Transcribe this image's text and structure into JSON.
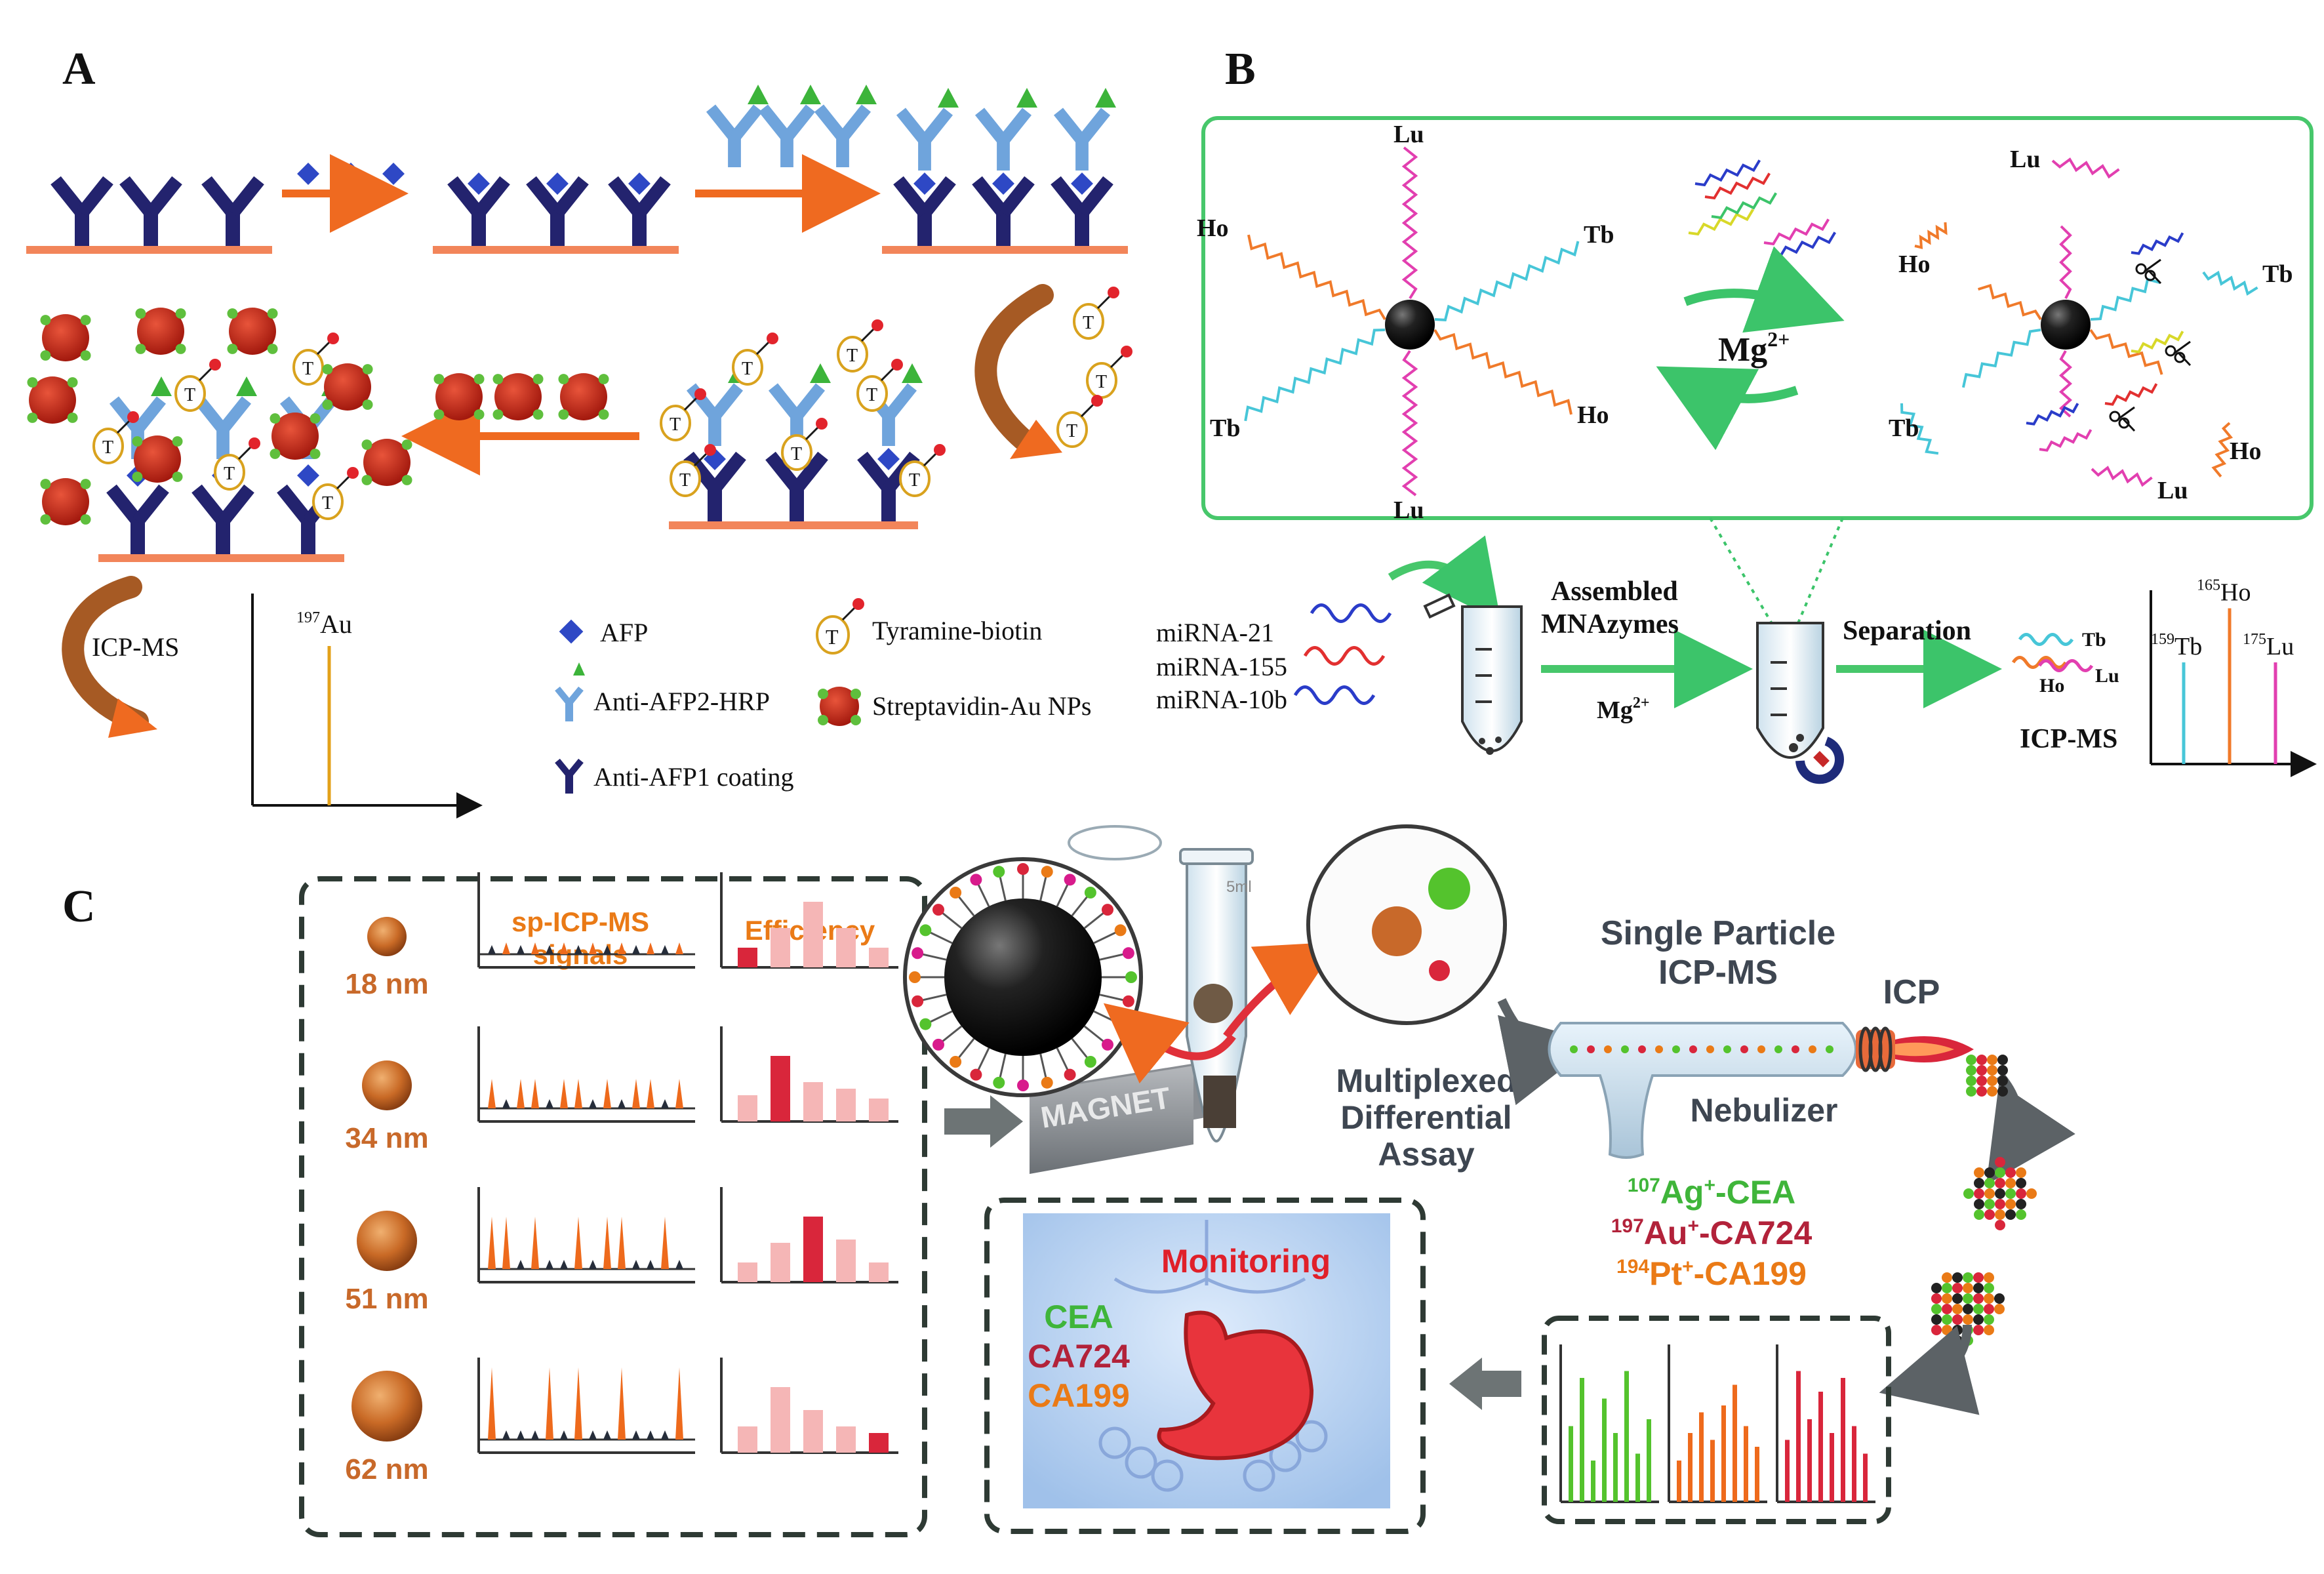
{
  "panels": {
    "A": {
      "label": "A",
      "icp_ms": "ICP-MS",
      "peak_sup": "197",
      "peak_el": "Au",
      "legend": {
        "afp": "AFP",
        "anti_afp2": "Anti-AFP2-HRP",
        "anti_afp1": "Anti-AFP1 coating",
        "tyramine": "Tyramine-biotin",
        "streptavidin": "Streptavidin-Au NPs"
      },
      "t_letter": "T"
    },
    "B": {
      "label": "B",
      "lanthanides": {
        "lu": "Lu",
        "ho": "Ho",
        "tb": "Tb"
      },
      "mg_ion": "Mg",
      "mg_charge": "2+",
      "mirnas": [
        "miRNA-21",
        "miRNA-155",
        "miRNA-10b"
      ],
      "assembled": [
        "Assembled",
        "MNAzymes"
      ],
      "separation": "Separation",
      "icp_ms": "ICP-MS",
      "peaks": [
        {
          "sup": "159",
          "el": "Tb",
          "color": "#47c6d8",
          "height": 0.62
        },
        {
          "sup": "165",
          "el": "Ho",
          "color": "#f07a2a",
          "height": 0.95
        },
        {
          "sup": "175",
          "el": "Lu",
          "color": "#e23fb0",
          "height": 0.62
        }
      ]
    },
    "C": {
      "label": "C",
      "col_signals": [
        "sp-ICP-MS",
        "signals"
      ],
      "col_efficiency": "Efficiency",
      "sizes": [
        "18 nm",
        "34 nm",
        "51 nm",
        "62 nm"
      ],
      "efficiency_highlight": [
        0,
        1,
        2,
        4
      ],
      "magnet": "MAGNET",
      "tube_label": "5ml",
      "assay": [
        "Multiplexed",
        "Differential",
        "Assay"
      ],
      "single_particle": [
        "Single Particle",
        "ICP-MS"
      ],
      "nebulizer": "Nebulizer",
      "icp": "ICP",
      "isotopes": [
        {
          "sup": "107",
          "text": "Ag",
          "charge": "+",
          "tail": "-CEA",
          "color": "#3fb53a"
        },
        {
          "sup": "197",
          "text": "Au",
          "charge": "+",
          "tail": "-CA724",
          "color": "#b2223a"
        },
        {
          "sup": "194",
          "text": "Pt",
          "charge": "+",
          "tail": "-CA199",
          "color": "#ea7a16"
        }
      ],
      "monitoring": "Monitoring",
      "markers": [
        {
          "text": "CEA",
          "color": "#3fb53a"
        },
        {
          "text": "CA724",
          "color": "#b2223a"
        },
        {
          "text": "CA199",
          "color": "#ea7a16"
        }
      ],
      "colors": {
        "green": "#54c32d",
        "orange": "#ee6a1c",
        "red": "#d9263b",
        "dark": "#262d3a",
        "pink": "#f5b6b6",
        "np": "#c8692a"
      }
    }
  }
}
